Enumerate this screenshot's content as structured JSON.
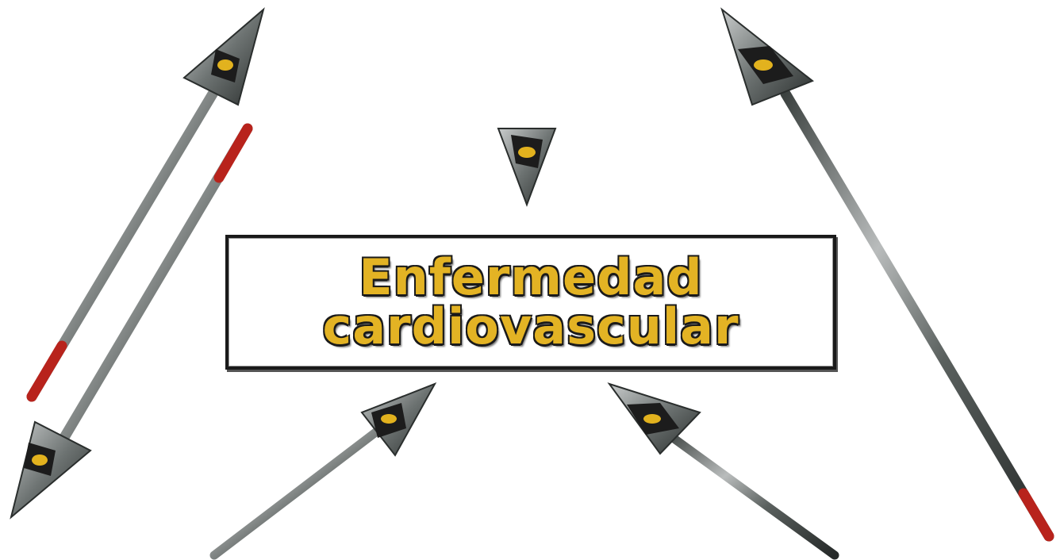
{
  "center_box": {
    "line1": "Enfermedad",
    "line2": "cardiovascular"
  },
  "colors": {
    "box_text": "#e3b324",
    "box_border": "#1a1a1a",
    "arrow_shaft": "#8a8d8d",
    "arrow_head_emblem": "#e2b21e",
    "arrow_tail_red": "#b8231c"
  },
  "arrows": [
    {
      "name": "arrow-left-pair-up",
      "direction": "up-right"
    },
    {
      "name": "arrow-left-pair-down",
      "direction": "down-left"
    },
    {
      "name": "arrow-top-center",
      "direction": "down"
    },
    {
      "name": "arrow-top-right",
      "direction": "up-left"
    },
    {
      "name": "arrow-bottom-left",
      "direction": "up-right"
    },
    {
      "name": "arrow-bottom-right",
      "direction": "up-left"
    }
  ]
}
